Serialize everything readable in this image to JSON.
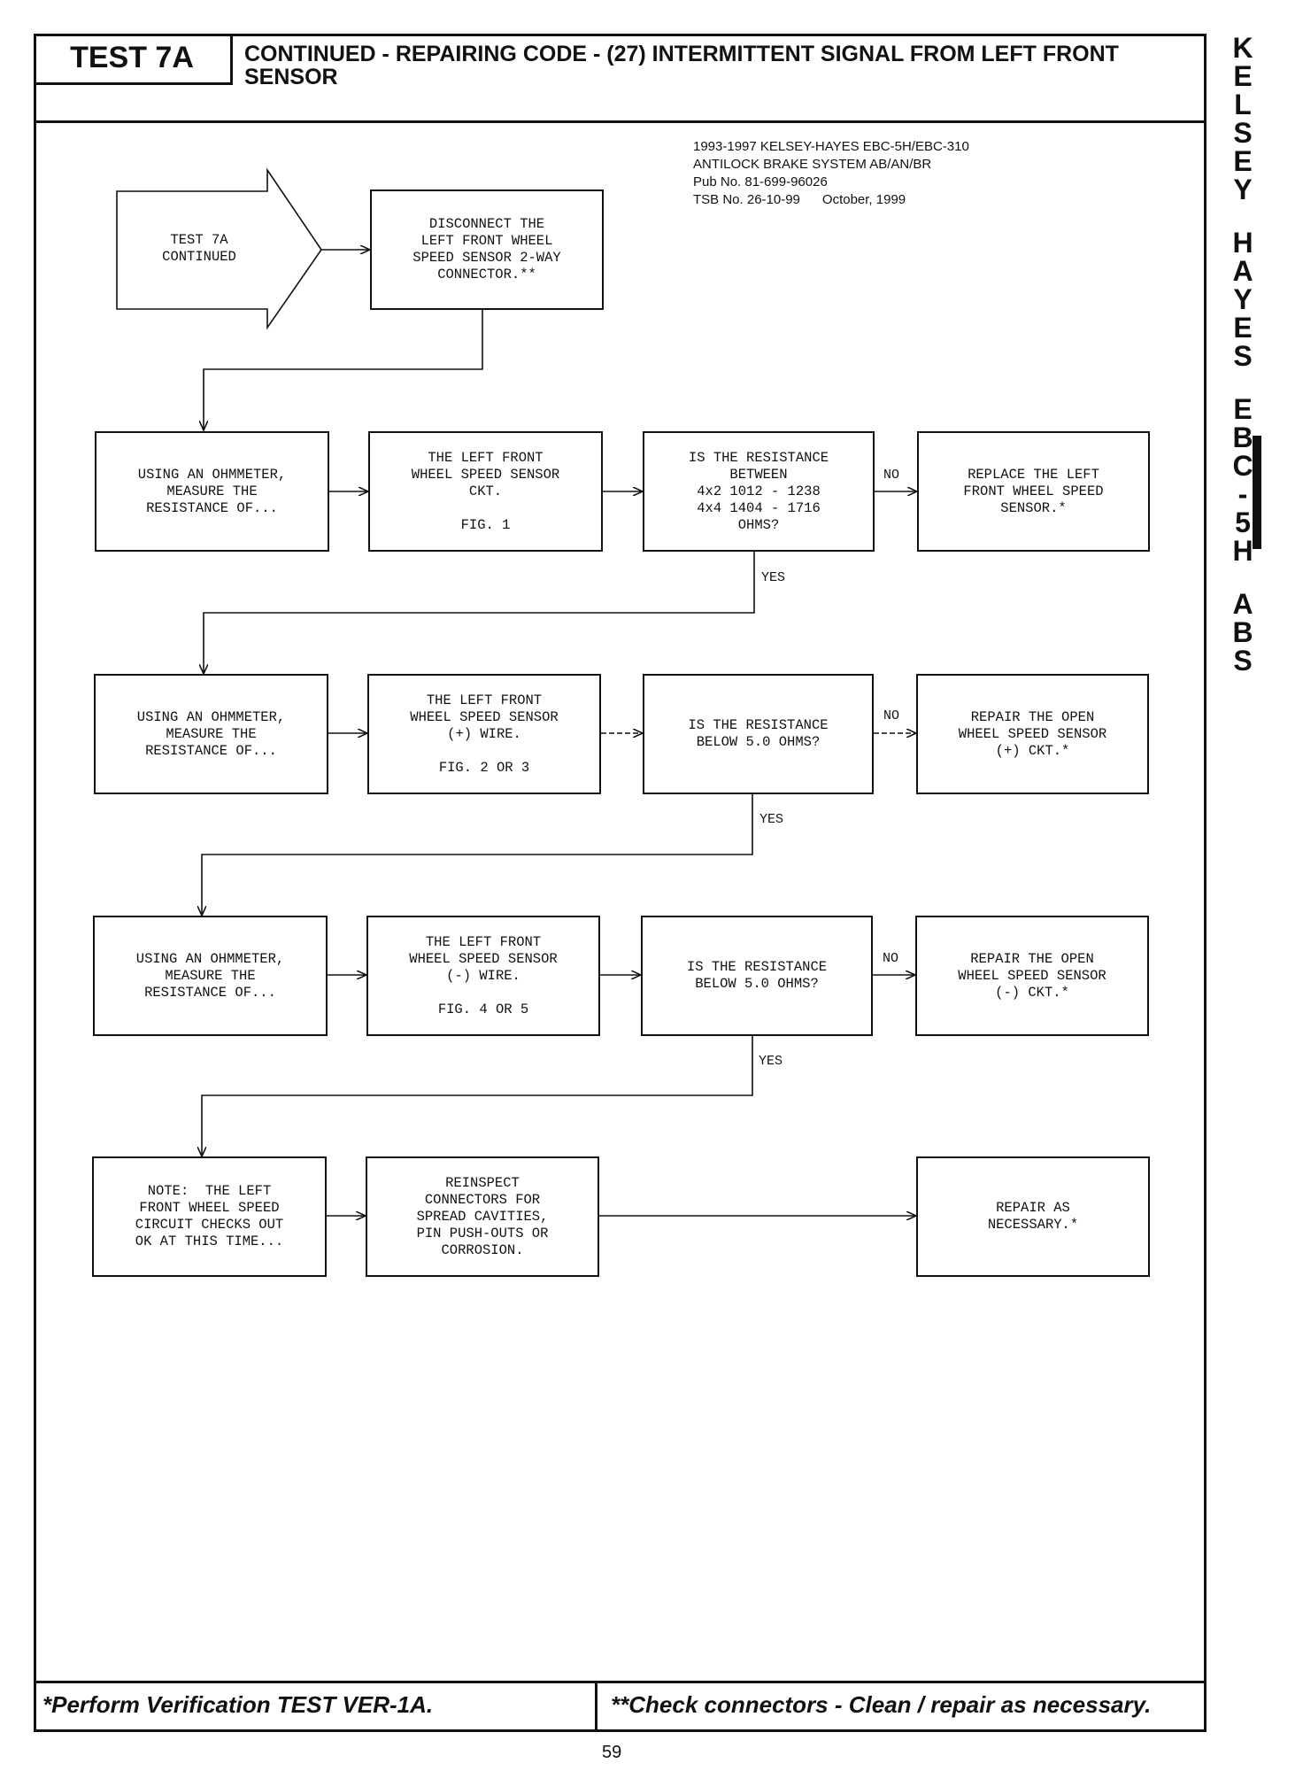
{
  "header": {
    "test_label": "TEST 7A",
    "title": "CONTINUED - REPAIRING CODE - (27) INTERMITTENT SIGNAL FROM LEFT FRONT SENSOR"
  },
  "side_text": [
    "KELSEY",
    "HAYES",
    "EBC-5H",
    "ABS"
  ],
  "pub_info": {
    "line1": "1993-1997 KELSEY-HAYES EBC-5H/EBC-310",
    "line2": "ANTILOCK BRAKE SYSTEM AB/AN/BR",
    "line3": "Pub No. 81-699-96026",
    "line4": "TSB No. 26-10-99      October, 1999"
  },
  "flow": {
    "start": [
      "TEST 7A",
      "CONTINUED"
    ],
    "disconnect": [
      "DISCONNECT THE",
      "LEFT FRONT WHEEL",
      "SPEED SENSOR 2-WAY",
      "CONNECTOR.**"
    ],
    "r1_measure": [
      "USING AN OHMMETER,",
      "MEASURE THE",
      "RESISTANCE OF..."
    ],
    "r1_item": [
      "THE LEFT FRONT",
      "WHEEL SPEED SENSOR",
      "CKT.",
      "",
      "FIG. 1"
    ],
    "r1_question": [
      "IS THE RESISTANCE",
      "BETWEEN",
      "4x2 1012 - 1238",
      "4x4 1404 - 1716",
      "OHMS?"
    ],
    "r1_action": [
      "REPLACE THE LEFT",
      "FRONT WHEEL SPEED",
      "SENSOR.*"
    ],
    "r2_measure": [
      "USING AN OHMMETER,",
      "MEASURE THE",
      "RESISTANCE OF..."
    ],
    "r2_item": [
      "THE LEFT FRONT",
      "WHEEL SPEED SENSOR",
      "(+) WIRE.",
      "",
      "FIG. 2 OR 3"
    ],
    "r2_question": [
      "IS THE RESISTANCE",
      "BELOW 5.0 OHMS?"
    ],
    "r2_action": [
      "REPAIR THE OPEN",
      "WHEEL SPEED SENSOR",
      "(+) CKT.*"
    ],
    "r3_measure": [
      "USING AN OHMMETER,",
      "MEASURE THE",
      "RESISTANCE OF..."
    ],
    "r3_item": [
      "THE LEFT FRONT",
      "WHEEL SPEED SENSOR",
      "(-) WIRE.",
      "",
      "FIG. 4 OR 5"
    ],
    "r3_question": [
      "IS THE RESISTANCE",
      "BELOW 5.0 OHMS?"
    ],
    "r3_action": [
      "REPAIR THE OPEN",
      "WHEEL SPEED SENSOR",
      "(-) CKT.*"
    ],
    "r4_note": [
      "NOTE:  THE LEFT",
      "FRONT WHEEL SPEED",
      "CIRCUIT CHECKS OUT",
      "OK AT THIS TIME..."
    ],
    "r4_reinspect": [
      "REINSPECT",
      "CONNECTORS FOR",
      "SPREAD CAVITIES,",
      "PIN PUSH-OUTS OR",
      "CORROSION."
    ],
    "r4_action": [
      "REPAIR AS",
      "NECESSARY.*"
    ],
    "no_label": "NO",
    "yes_label": "YES"
  },
  "footer": {
    "left": "*Perform Verification TEST VER-1A.",
    "right": "**Check connectors - Clean / repair as necessary."
  },
  "page_number": "59"
}
